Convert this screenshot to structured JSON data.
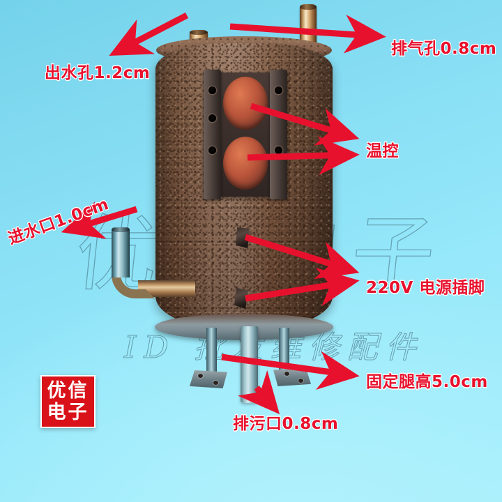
{
  "image": {
    "subject": "电热水箱加热罐",
    "background_color_top": "#74d2ea",
    "background_color_bottom": "#a6eefc",
    "annotation_color": "#e8112d",
    "foam_color": "#7b5740"
  },
  "annotations": [
    {
      "id": "outlet",
      "text": "出水孔1.2cm",
      "icon": "arrow-icon"
    },
    {
      "id": "vent",
      "text": "排气孔0.8cm",
      "icon": "arrow-icon"
    },
    {
      "id": "thermo",
      "text": "温控",
      "icon": "arrow-icon"
    },
    {
      "id": "inlet",
      "text": "进水口1.0cm",
      "icon": "arrow-icon"
    },
    {
      "id": "power",
      "text": "220V 电源插脚",
      "icon": "arrow-icon"
    },
    {
      "id": "leg",
      "text": "固定腿高5.0cm",
      "icon": "arrow-icon"
    },
    {
      "id": "drain",
      "text": "排污口0.8cm",
      "icon": "arrow-icon"
    }
  ],
  "brand_badge": {
    "line1": "优信",
    "line2": "电子",
    "background_color": "#d9121a",
    "text_color": "#ffffff"
  },
  "watermarks": {
    "main": "优信电子",
    "sub": "ID 批发维修配件"
  },
  "parts": {
    "outlet_pipe": "出水孔",
    "vent_pipe": "排气孔",
    "thermostat": "温控",
    "inlet_pipe": "进水口",
    "terminal_1": "电源插脚",
    "terminal_2": "电源插脚",
    "leg_left": "固定腿",
    "leg_right": "固定腿",
    "drain_tube": "排污口",
    "tank": "加热罐"
  }
}
